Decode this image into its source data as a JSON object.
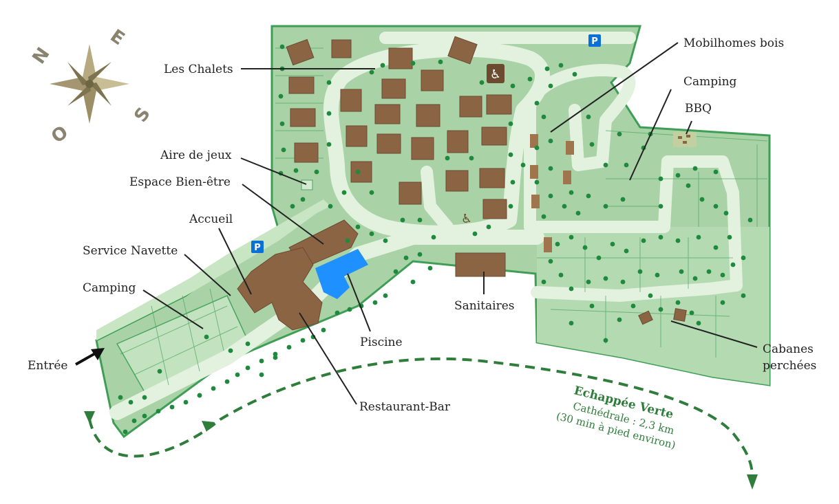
{
  "compass": {
    "north": "N",
    "east": "E",
    "south": "S",
    "west": "O"
  },
  "icons": {
    "parking": "P",
    "accessible": "♿"
  },
  "labels": {
    "chalets": "Les Chalets",
    "mobilhomes": "Mobilhomes bois",
    "camping_east": "Camping",
    "bbq": "BBQ",
    "aire_jeux": "Aire de jeux",
    "bien_etre": "Espace Bien-être",
    "accueil": "Accueil",
    "navette": "Service Navette",
    "camping_west": "Camping",
    "entree": "Entrée",
    "piscine": "Piscine",
    "sanitaires": "Sanitaires",
    "restaurant": "Restaurant-Bar",
    "cabanes_1": "Cabanes",
    "cabanes_2": "perchées"
  },
  "route": {
    "title": "Echappée Verte",
    "line1": "Cathédrale : 2,3 km",
    "line2": "(30 min à pied environ)"
  },
  "colors": {
    "land": "#a9d3a7",
    "land_light": "#c8e6c4",
    "path": "#e3f2de",
    "tree": "#1f8a3e",
    "building": "#8b6444",
    "pool": "#1e90ff",
    "route": "#2f7d3a",
    "parking": "#0a6fd6"
  }
}
